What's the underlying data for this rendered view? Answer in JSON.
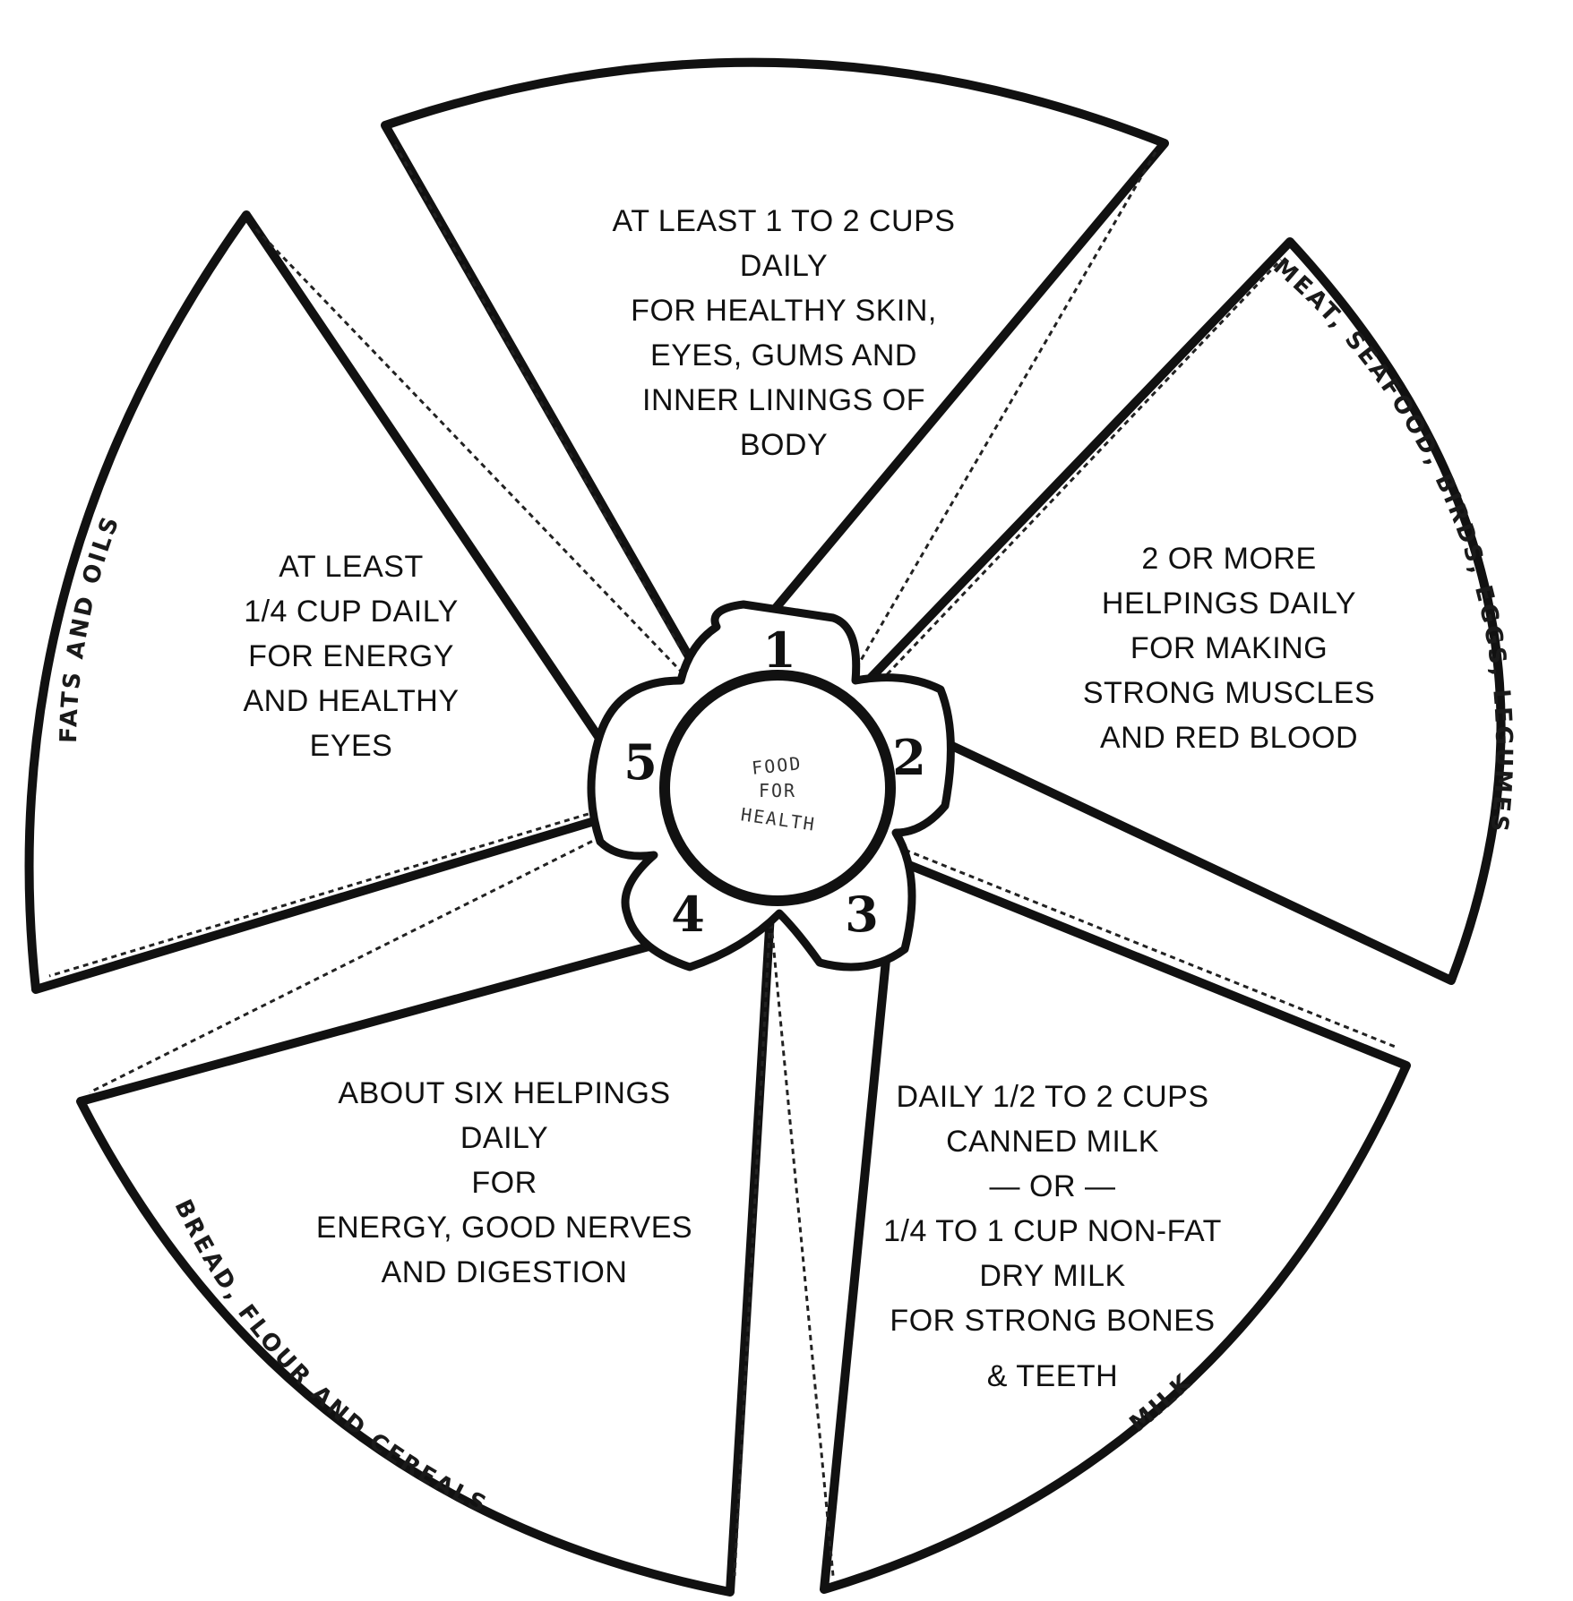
{
  "center": {
    "label_line1": "FOOD",
    "label_line2": "FOR",
    "label_line3": "HEALTH"
  },
  "segments": [
    {
      "number": "1",
      "rim_label": "",
      "lines": [
        "AT LEAST 1 TO 2 CUPS",
        "DAILY",
        "FOR HEALTHY SKIN,",
        "EYES, GUMS AND",
        "INNER LININGS OF",
        "BODY"
      ]
    },
    {
      "number": "2",
      "rim_label": "MEAT, SEAFOOD, BIRDS, EGGS, LEGUMES",
      "lines": [
        "2 OR MORE",
        "HELPINGS DAILY",
        "FOR MAKING",
        "STRONG MUSCLES",
        "AND RED BLOOD"
      ]
    },
    {
      "number": "3",
      "rim_label": "MILK",
      "lines": [
        "DAILY 1/2 TO 2 CUPS",
        "CANNED MILK",
        "— OR —",
        "1/4 TO 1 CUP NON-FAT",
        "DRY MILK",
        "FOR STRONG BONES",
        "& TEETH"
      ]
    },
    {
      "number": "4",
      "rim_label": "BREAD, FLOUR AND CEREALS",
      "lines": [
        "ABOUT SIX HELPINGS",
        "DAILY",
        "FOR",
        "ENERGY, GOOD NERVES",
        "AND DIGESTION"
      ]
    },
    {
      "number": "5",
      "rim_label": "FATS AND OILS",
      "lines": [
        "AT LEAST",
        "1/4 CUP DAILY",
        "FOR ENERGY",
        "AND HEALTHY",
        "EYES"
      ]
    }
  ],
  "colors": {
    "ink": "#111111",
    "paper": "#ffffff"
  }
}
